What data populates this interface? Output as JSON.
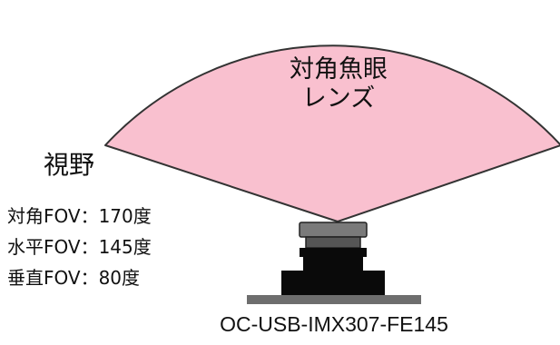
{
  "diagram": {
    "lens_label_lines": [
      "対角魚眼",
      "レンズ"
    ],
    "fov_title": "視野",
    "fov_specs": [
      "対角FOV：170度",
      "水平FOV：145度",
      "垂直FOV：80度"
    ],
    "model_name": "OC-USB-IMX307-FE145",
    "colors": {
      "fov_fill": "#f9c0cf",
      "fov_outline": "#333333",
      "lens_top": "#7a7a7a",
      "lens_mid": "#555555",
      "body_black": "#0a0a0a",
      "base_plate": "#6e6e6e",
      "background": "#ffffff"
    }
  }
}
